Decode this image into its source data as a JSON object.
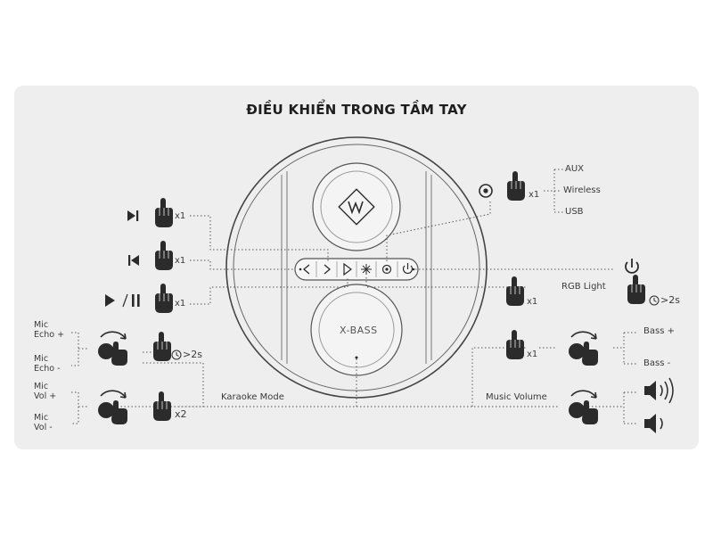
{
  "title": "ĐIỀU KHIỂN TRONG TẦM TAY",
  "brand_logo_icon": "xw-logo-icon",
  "xbass_button": "X-BASS",
  "left_controls": {
    "next_multiplier": "x1",
    "prev_multiplier": "x1",
    "playpause_multiplier": "x1",
    "echo_hold": ">2s",
    "mic_vol_multiplier": "x2",
    "mic_echo_plus": [
      "Mic",
      "Echo +"
    ],
    "mic_echo_minus": [
      "Mic",
      "Echo -"
    ],
    "mic_vol_plus": [
      "Mic",
      "Vol +"
    ],
    "mic_vol_minus": [
      "Mic",
      "Vol -"
    ],
    "karaoke_mode": "Karaoke Mode"
  },
  "right_controls": {
    "source_multiplier": "x1",
    "sources": [
      "AUX",
      "Wireless",
      "USB"
    ],
    "rgb_multiplier": "x1",
    "rgb_label": "RGB Light",
    "power_hold": ">2s",
    "bass_multiplier": "x1",
    "bass_plus": "Bass +",
    "bass_minus": "Bass -",
    "music_volume": "Music Volume"
  },
  "panel_buttons": [
    "volume-down",
    "next",
    "play",
    "light",
    "source",
    "power"
  ],
  "colors": {
    "card": "#eeeeee",
    "ink": "#2b2b2b",
    "line": "#555555"
  }
}
